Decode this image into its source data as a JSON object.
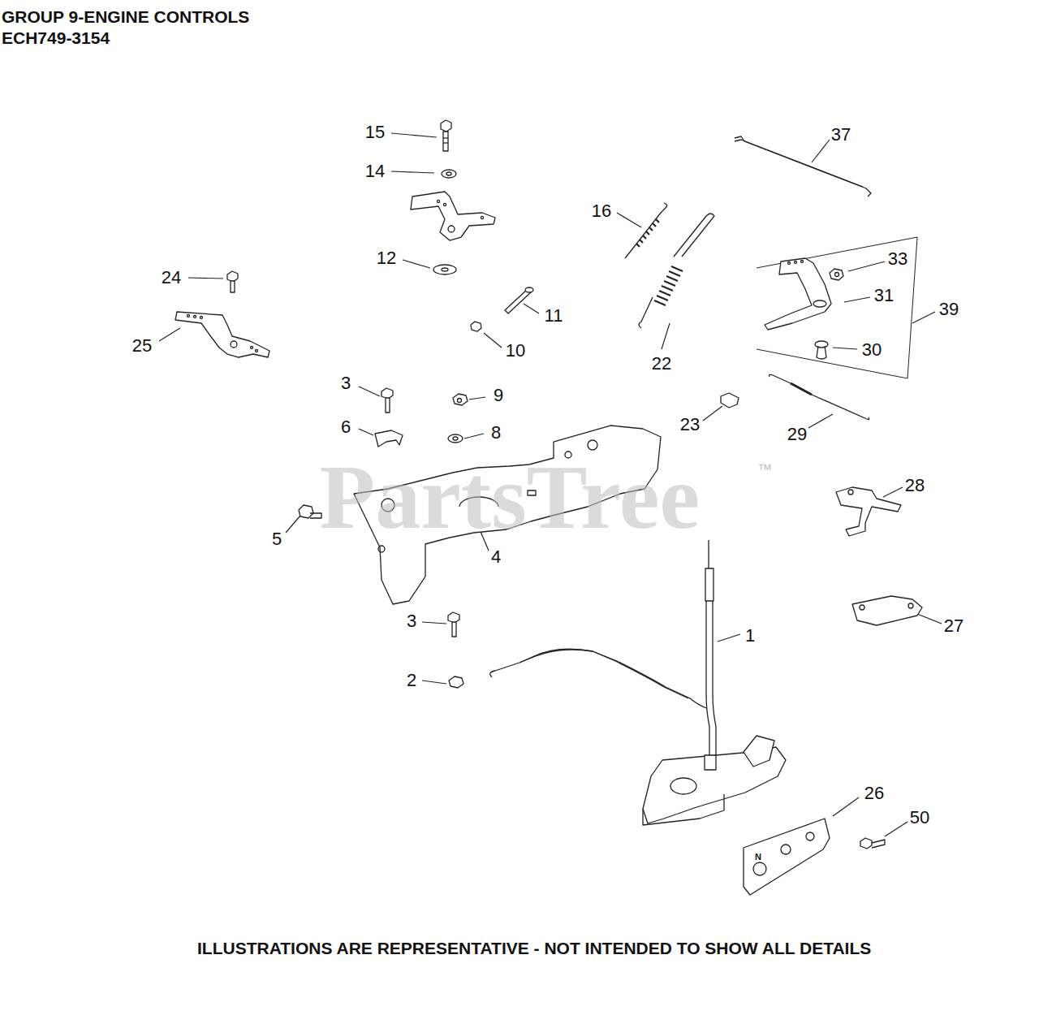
{
  "diagram": {
    "title": "GROUP 9-ENGINE CONTROLS",
    "caption": "ILLUSTRATIONS ARE REPRESENTATIVE - NOT INTENDED TO SHOW ALL DETAILS",
    "labels": [
      "ECH749-3154",
      "15",
      "37",
      "14",
      "16",
      "33",
      "12",
      "24",
      "31",
      "39",
      "11",
      "25",
      "10",
      "30",
      "22",
      "3",
      "9",
      "6",
      "8",
      "23",
      "29",
      "PartsTree",
      "™",
      "28",
      "5",
      "4",
      "27",
      "1",
      "3",
      "2",
      "26",
      "50",
      "N"
    ]
  }
}
